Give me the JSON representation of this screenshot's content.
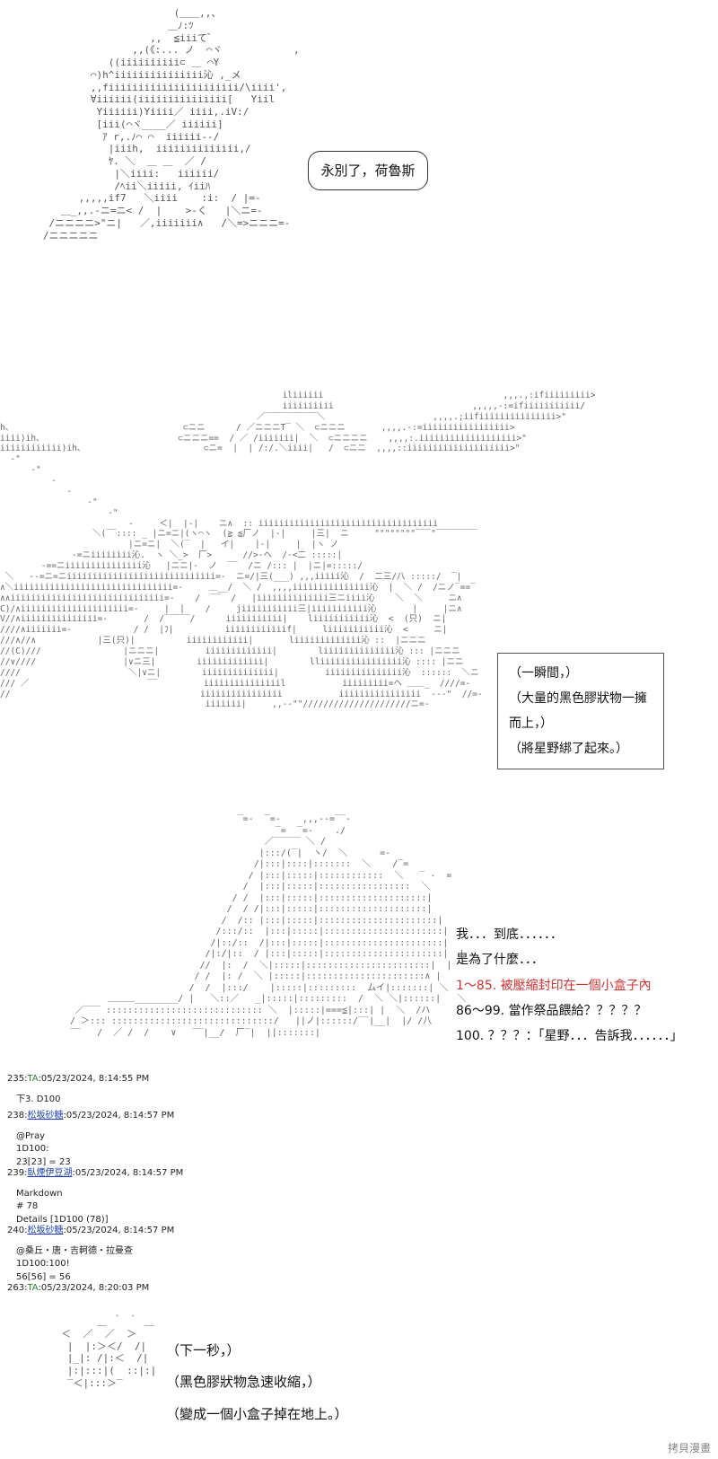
{
  "panel1": {
    "speech": "永別了，荷魯斯"
  },
  "panel2": {
    "narration": [
      "（一瞬間，）",
      "（大量的黑色膠狀物一擁而上，）",
      "（將星野綁了起來。）"
    ]
  },
  "panel3": {
    "lines": [
      {
        "text": "我．．．到底．．．．．．",
        "accent": false
      },
      {
        "text": "是為了什麼．．．",
        "accent": false
      },
      {
        "text": "1～85. 被壓縮封印在一個小盒子內",
        "accent": true
      },
      {
        "text": "86～99. 當作祭品餵給？？？？？",
        "accent": false
      },
      {
        "text": "100. ？？？：「星野．．．告訴我．．．．．．」",
        "accent": false
      }
    ]
  },
  "posts": [
    {
      "number": "235",
      "name": "TA",
      "date": "05/23/2024, 8:14:55 PM",
      "name_style": "tname",
      "body": [
        "下3. D100"
      ]
    },
    {
      "number": "238",
      "name": "松坂砂糖",
      "date": "05/23/2024, 8:14:57 PM",
      "name_style": "uname",
      "body": [
        "@Pray",
        "1D100:",
        "23[23] = 23"
      ]
    },
    {
      "number": "239",
      "name": "臥煙伊豆湖",
      "date": "05/23/2024, 8:14:57 PM",
      "name_style": "uname",
      "body": [
        "Markdown",
        "# 78",
        "Details [1D100 (78)]"
      ]
    },
    {
      "number": "240",
      "name": "松坂砂糖",
      "date": "05/23/2024, 8:14:57 PM",
      "name_style": "uname",
      "body": [
        "@桑丘・唐・吉軻德・拉曼查",
        "1D100:100!",
        "56[56] = 56"
      ]
    },
    {
      "number": "263",
      "name": "TA",
      "date": "05/23/2024, 8:20:03 PM",
      "name_style": "tname",
      "body": []
    }
  ],
  "ending": {
    "lines": [
      "（下一秒，）",
      "（黑色膠狀物急速收縮，）",
      "（變成一個小盒子掉在地上。）"
    ]
  },
  "watermark": "拷貝漫畫",
  "colors": {
    "accent_red": "#d32f2f",
    "link_blue": "#1a3fb5",
    "green_name": "#2e7d32"
  }
}
